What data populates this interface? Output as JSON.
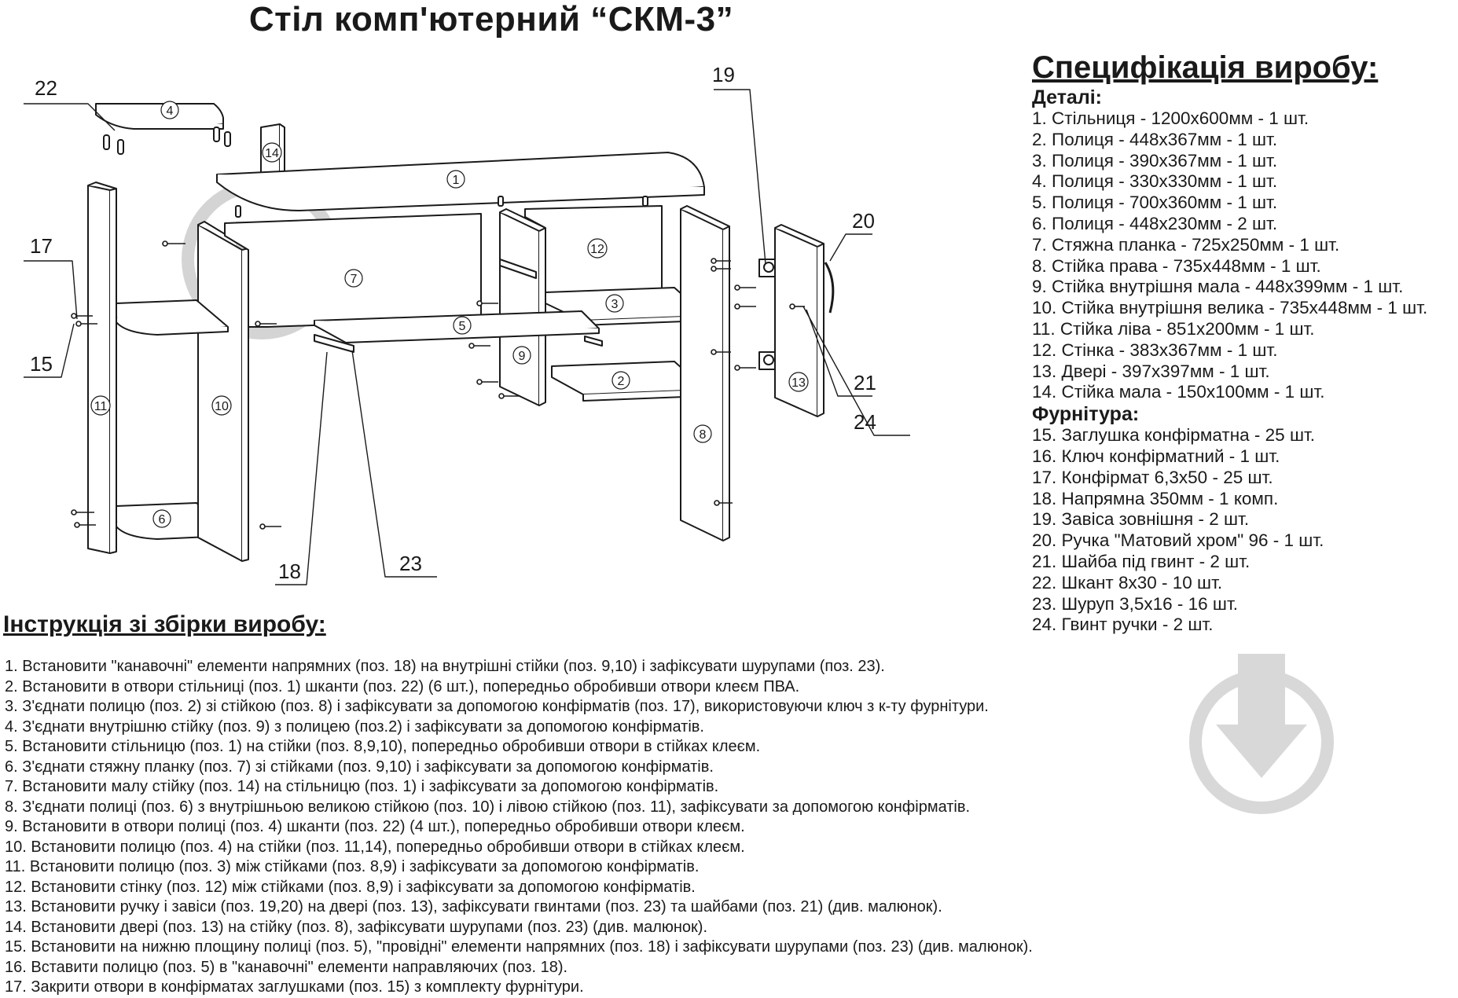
{
  "title": "Стіл комп'ютерний “СКМ-3”",
  "spec": {
    "title": "Специфікація виробу:",
    "details_heading": "Деталі:",
    "details": [
      "1. Стільниця - 1200х600мм - 1 шт.",
      "2. Полиця - 448х367мм - 1 шт.",
      "3. Полиця - 390х367мм - 1 шт.",
      "4. Полиця - 330х330мм - 1 шт.",
      "5. Полиця - 700х360мм - 1 шт.",
      "6. Полиця - 448х230мм - 2 шт.",
      "7. Стяжна планка - 725х250мм - 1 шт.",
      "8. Стійка права - 735х448мм - 1 шт.",
      "9. Стійка внутрішня мала - 448х399мм - 1 шт.",
      "10. Стійка внутрішня велика - 735х448мм - 1 шт.",
      "11. Стійка ліва - 851х200мм - 1 шт.",
      "12. Стінка - 383х367мм - 1 шт.",
      "13. Двері - 397х397мм - 1 шт.",
      "14. Стійка мала - 150х100мм - 1 шт."
    ],
    "hardware_heading": "Фурнітура:",
    "hardware": [
      "15. Заглушка конфірматна - 25 шт.",
      "16. Ключ конфірматний - 1 шт.",
      "17. Конфірмат 6,3х50 - 25 шт.",
      "18. Напрямна 350мм - 1 комп.",
      "19. Завіса зовнішня - 2 шт.",
      "20. Ручка \"Матовий хром\" 96 - 1 шт.",
      "21. Шайба під гвинт - 2 шт.",
      "22. Шкант 8х30 - 10 шт.",
      "23. Шуруп 3,5х16 - 16 шт.",
      "24. Гвинт ручки - 2 шт."
    ]
  },
  "instructions": {
    "title": "Інструкція зі збірки виробу:",
    "steps": [
      "1. Встановити \"канавочні\" елементи напрямних (поз. 18) на внутрішні стійки (поз. 9,10) і зафіксувати шурупами (поз. 23).",
      "2. Встановити в отвори стільниці (поз. 1) шканти (поз. 22) (6 шт.), попередньо обробивши отвори клеєм ПВА.",
      "3. З'єднати полицю (поз. 2) зі стійкою (поз. 8) і зафіксувати за допомогою конфірматів (поз. 17), використовуючи ключ з к-ту фурнітури.",
      "4. З'єднати внутрішню стійку (поз. 9) з полицею (поз.2) і зафіксувати за допомогою конфірматів.",
      "5. Встановити стільницю (поз. 1) на стійки (поз. 8,9,10), попередньо обробивши отвори в стійках клеєм.",
      "6. З'єднати стяжну планку (поз. 7) зі стійками (поз. 9,10) і зафіксувати за допомогою конфірматів.",
      "7. Встановити малу стійку (поз. 14) на стільницю (поз. 1) і зафіксувати за допомогою конфірматів.",
      "8. З'єднати полиці (поз. 6) з внутрішньою великою стійкою (поз. 10) і лівою стійкою (поз. 11), зафіксувати за допомогою конфірматів.",
      "9. Встановити в отвори полиці (поз. 4) шканти (поз. 22) (4 шт.), попередньо обробивши отвори клеєм.",
      "10. Встановити полицю (поз. 4) на стійки (поз. 11,14), попередньо обробивши отвори в стійках клеєм.",
      "11. Встановити полицю (поз. 3) між стійками (поз. 8,9) і зафіксувати за допомогою конфірматів.",
      "12. Встановити стінку (поз. 12) між стійками (поз. 8,9) і зафіксувати за допомогою конфірматів.",
      "13. Встановити ручку і завіси (поз. 19,20) на двері (поз. 13), зафіксувати гвинтами (поз. 23) та шайбами (поз. 21) (див. малюнок).",
      "14. Встановити двері (поз. 13) на стійку (поз. 8), зафіксувати шурупами (поз. 23) (див. малюнок).",
      "15. Встановити на нижню площину полиці (поз. 5), \"провідні\" елементи напрямних (поз. 18) і зафіксувати шурупами (поз. 23) (див. малюнок).",
      "16. Вставити полицю (поз. 5) в \"канавочні\" елементи направляючих (поз. 18).",
      "17. Закрити отвори в конфірматах заглушками (поз. 15) з комплекту фурнітури."
    ]
  },
  "diagram": {
    "callouts": [
      "22",
      "17",
      "15",
      "19",
      "20",
      "21",
      "24",
      "23",
      "18"
    ],
    "parts": [
      "1",
      "2",
      "3",
      "4",
      "5",
      "6",
      "7",
      "8",
      "9",
      "10",
      "11",
      "12",
      "13",
      "14"
    ]
  }
}
